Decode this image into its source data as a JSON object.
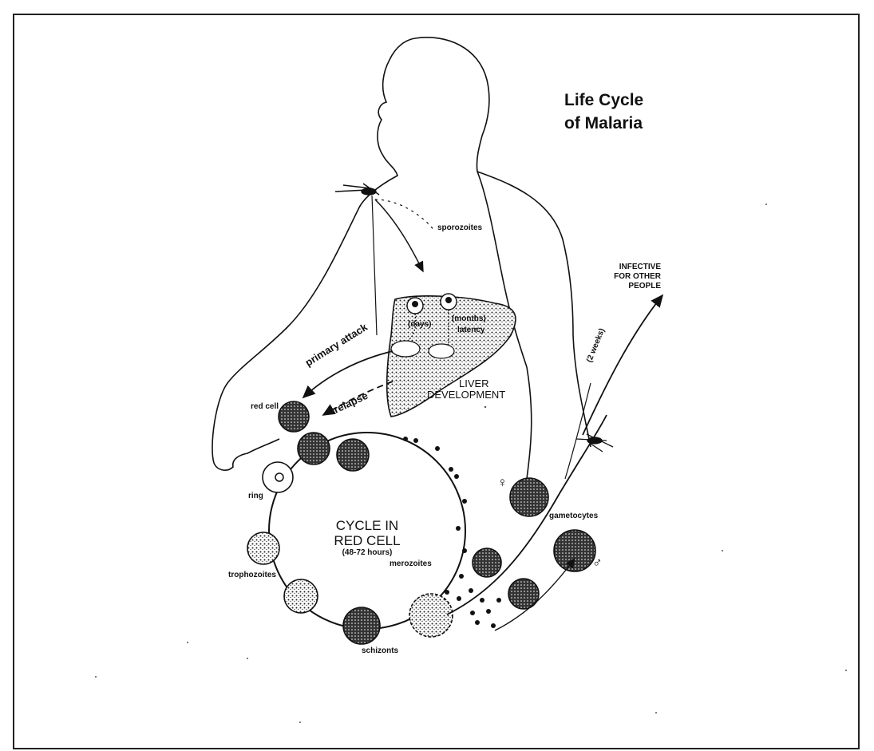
{
  "title_line1": "Life Cycle",
  "title_line2": "of Malaria",
  "labels": {
    "sporozoites": "sporozoites",
    "infective_l1": "INFECTIVE",
    "infective_l2": "FOR OTHER",
    "infective_l3": "PEOPLE",
    "days": "(days)",
    "months": "(months)",
    "latency": "latency",
    "primary_attack": "primary attack",
    "relapse": "relapse",
    "liver_l1": "LIVER",
    "liver_l2": "DEVELOPMENT",
    "red_cell": "red cell",
    "two_weeks": "(2 weeks)",
    "ring": "ring",
    "cycle_l1": "CYCLE IN",
    "cycle_l2": "RED CELL",
    "cycle_l3": "(48-72  hours)",
    "trophozoites": "trophozoites",
    "schizonts": "schizonts",
    "merozoites": "merozoites",
    "gametocytes": "gametocytes",
    "female": "♀",
    "male": "♂"
  },
  "colors": {
    "ink": "#111111",
    "frame": "#222222",
    "cell": "#555555"
  }
}
